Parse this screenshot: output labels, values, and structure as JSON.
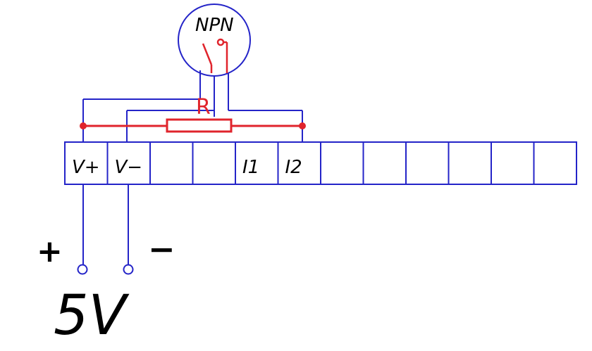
{
  "sensor": {
    "label": "NPN"
  },
  "resistor": {
    "label": "R"
  },
  "terminals": [
    "V+",
    "V−",
    "",
    "",
    "I1",
    "I2",
    "",
    "",
    "",
    "",
    "",
    ""
  ],
  "supply": {
    "plus": "+",
    "minus": "−",
    "voltage": "5V"
  },
  "colors": {
    "wire": "#2424c8",
    "component": "#e0242c",
    "text": "#000000"
  }
}
